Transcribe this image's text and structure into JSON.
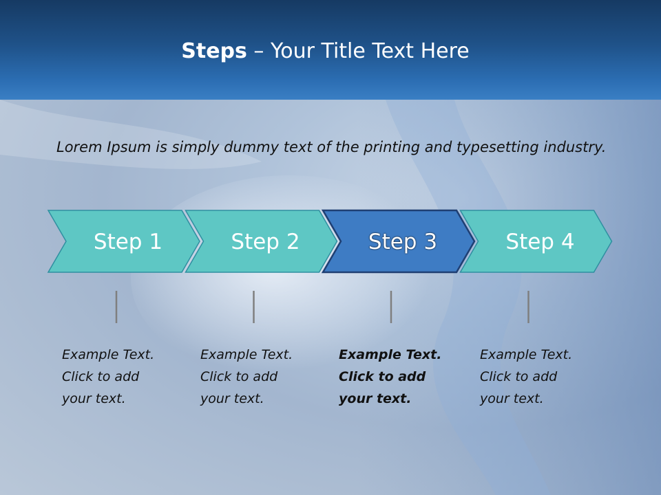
{
  "title": {
    "bold": "Steps",
    "rest": " – Your Title Text Here"
  },
  "intro": "Lorem Ipsum is simply dummy text of the printing and typesetting industry.",
  "colors": {
    "header_dark": "#163a63",
    "header_light": "#3a7fc4",
    "step_fill": "#5ec7c4",
    "step_stroke": "#2f8fa0",
    "active_fill": "#3e7cc4",
    "active_stroke": "#1f3f73"
  },
  "steps": [
    {
      "label": "Step 1",
      "active": false,
      "desc": [
        "Example Text.",
        "Click  to add",
        "your text."
      ]
    },
    {
      "label": "Step 2",
      "active": false,
      "desc": [
        "Example Text.",
        "Click  to add",
        "your text."
      ]
    },
    {
      "label": "Step 3",
      "active": true,
      "desc": [
        "Example Text.",
        "Click  to add",
        "your text."
      ]
    },
    {
      "label": "Step 4",
      "active": false,
      "desc": [
        "Example Text.",
        "Click  to add",
        "your text."
      ]
    }
  ]
}
